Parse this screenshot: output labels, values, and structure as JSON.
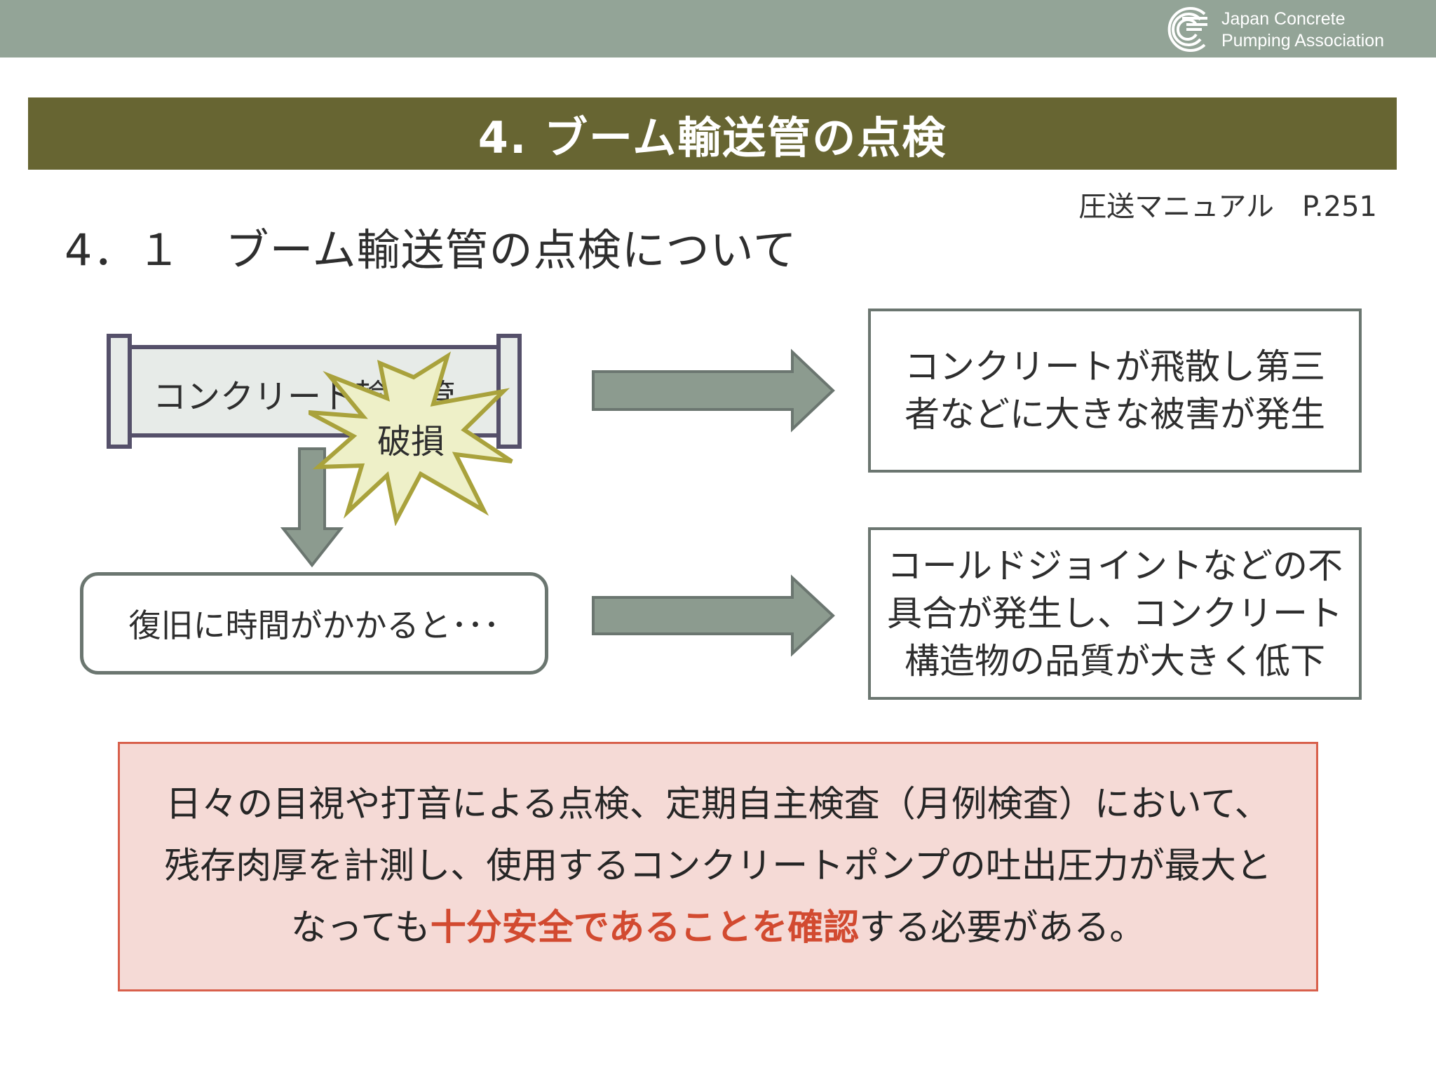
{
  "header": {
    "org_line1": "Japan Concrete",
    "org_line2": "Pumping  Association",
    "logo_icon": "association-logo-icon"
  },
  "title": "4. ブーム輸送管の点検",
  "reference": "圧送マニュアル　P.251",
  "subtitle": "4．１　ブーム輸送管の点検について",
  "diagram": {
    "pipe_label": "コンクリート輸送管",
    "burst_label": "破損",
    "recover_label": "復旧に時間がかかると･･･",
    "result1_line1": "コンクリートが飛散し第三",
    "result1_line2": "者などに大きな被害が発生",
    "result2_line1": "コールドジョイントなどの不",
    "result2_line2": "具合が発生し、コンクリート",
    "result2_line3": "構造物の品質が大きく低下"
  },
  "conclusion": {
    "line1": "日々の目視や打音による点検、定期自主検査（月例検査）において、",
    "line2": "残存肉厚を計測し、使用するコンクリートポンプの吐出圧力が最大と",
    "line3_before": "なっても",
    "line3_emphasis": "十分安全であることを確認",
    "line3_after": "する必要がある。"
  },
  "colors": {
    "top_bar": "#93a497",
    "title_bar": "#676532",
    "arrow_fill": "#8c9b8f",
    "burst_fill": "#eef0c8",
    "burst_stroke": "#a9a23c",
    "conclusion_bg": "#f5dad6",
    "conclusion_border": "#d8604c",
    "emphasis": "#d24a30"
  }
}
